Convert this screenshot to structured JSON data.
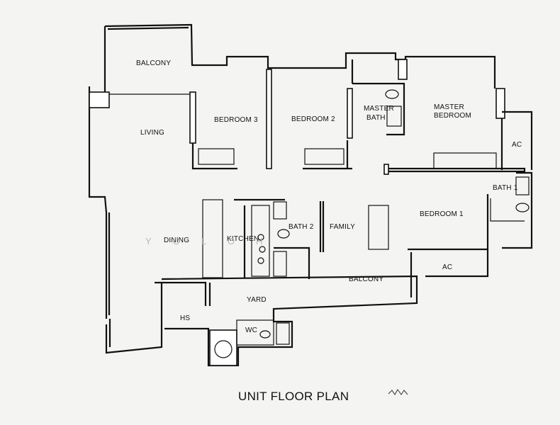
{
  "plan": {
    "title": "UNIT FLOOR PLAN",
    "rooms": {
      "balcony_top": "BALCONY",
      "living": "LIVING",
      "bedroom3": "BEDROOM 3",
      "bedroom2": "BEDROOM 2",
      "master_bath_line1": "MASTER",
      "master_bath_line2": "BATH",
      "master_bed_line1": "MASTER",
      "master_bed_line2": "BEDROOM",
      "ac_right": "AC",
      "bath1": "BATH 1",
      "bedroom1": "BEDROOM 1",
      "family": "FAMILY",
      "bath2": "BATH 2",
      "kitchen": "KITCHEN",
      "dining": "DINING",
      "balcony_bottom": "BALCONY",
      "ac_bottom": "AC",
      "yard": "YARD",
      "hs": "HS",
      "wc": "WC"
    },
    "watermark": "YOLOH"
  }
}
